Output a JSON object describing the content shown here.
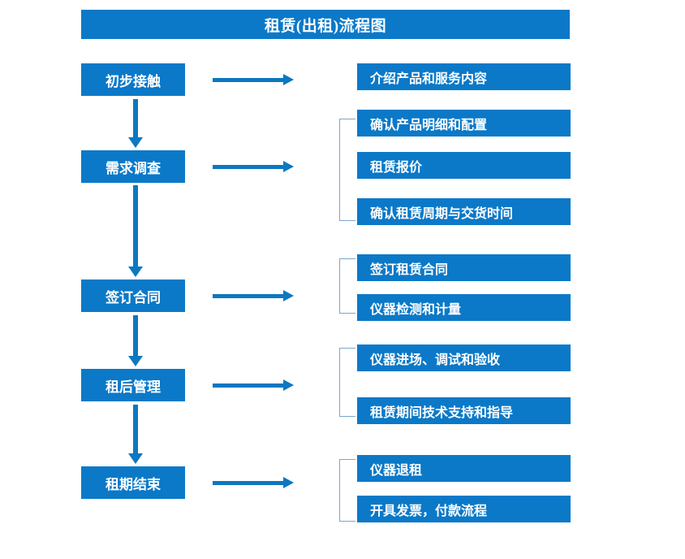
{
  "title": "租赁(出租)流程图",
  "colors": {
    "box_blue": "#0b79c8",
    "arrow_blue": "#0d77c0",
    "bracket_blue": "#7aa6d2",
    "text_white": "#ffffff",
    "background": "#ffffff"
  },
  "stages": [
    {
      "label": "初步接触"
    },
    {
      "label": "需求调查"
    },
    {
      "label": "签订合同"
    },
    {
      "label": "租后管理"
    },
    {
      "label": "租期结束"
    }
  ],
  "details": [
    {
      "label": "介绍产品和服务内容"
    },
    {
      "label": "确认产品明细和配置"
    },
    {
      "label": "租赁报价"
    },
    {
      "label": "确认租赁周期与交货时间"
    },
    {
      "label": "签订租赁合同"
    },
    {
      "label": "仪器检测和计量"
    },
    {
      "label": "仪器进场、调试和验收"
    },
    {
      "label": "租赁期间技术支持和指导"
    },
    {
      "label": "仪器退租"
    },
    {
      "label": "开具发票，付款流程"
    }
  ],
  "groups": [
    {
      "stage": "需求调查",
      "details": [
        "确认产品明细和配置",
        "租赁报价",
        "确认租赁周期与交货时间"
      ]
    },
    {
      "stage": "签订合同",
      "details": [
        "签订租赁合同",
        "仪器检测和计量"
      ]
    },
    {
      "stage": "租后管理",
      "details": [
        "仪器进场、调试和验收",
        "租赁期间技术支持和指导"
      ]
    },
    {
      "stage": "租期结束",
      "details": [
        "仪器退租",
        "开具发票，付款流程"
      ]
    }
  ],
  "flow_order": [
    "初步接触",
    "需求调查",
    "签订合同",
    "租后管理",
    "租期结束"
  ]
}
